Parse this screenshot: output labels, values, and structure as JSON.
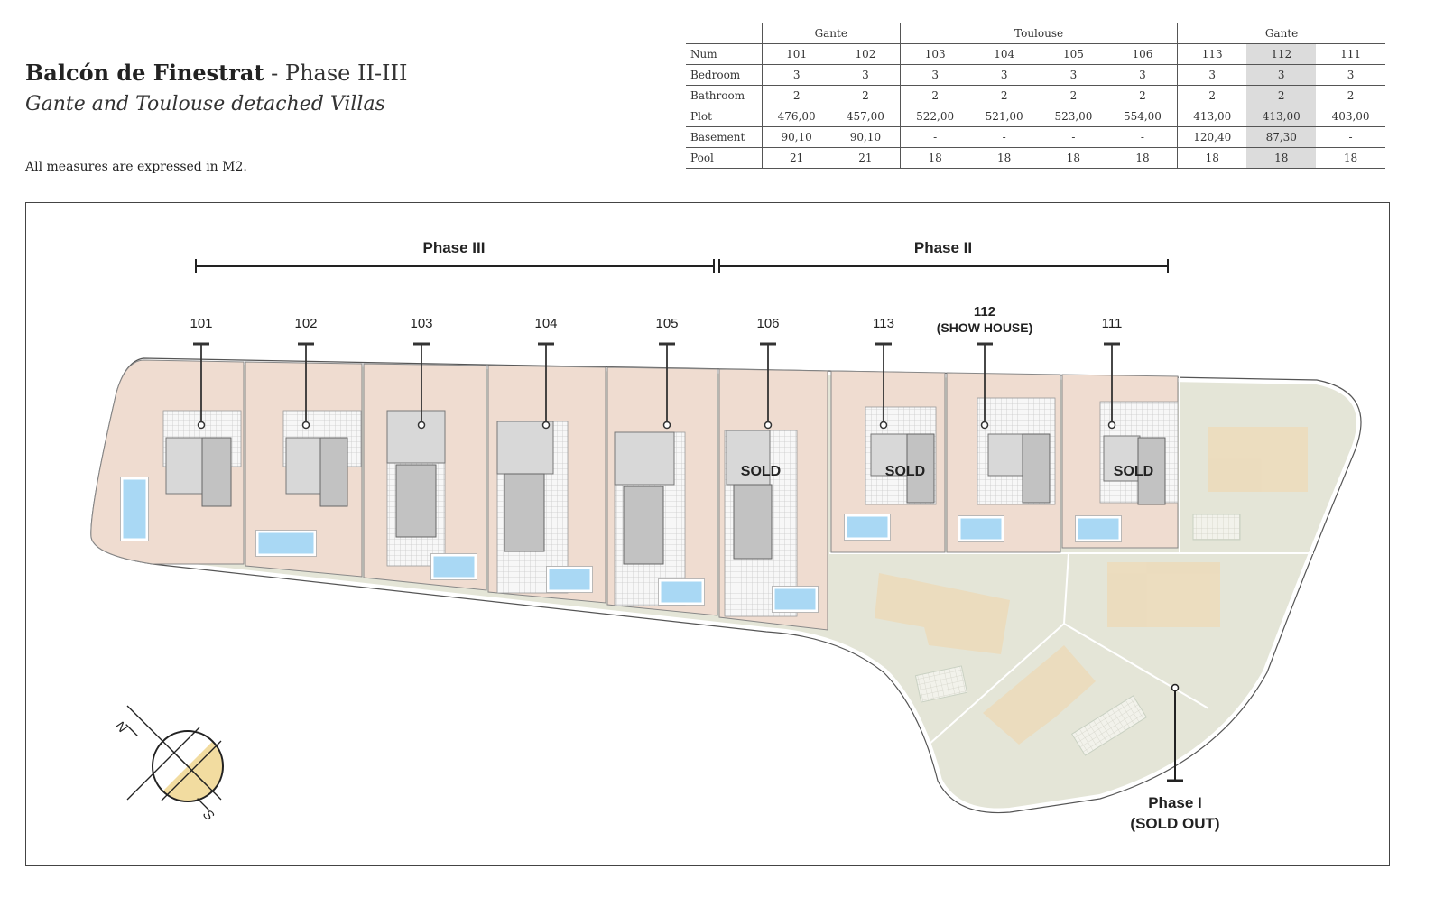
{
  "title": {
    "project": "Balcón de Finestrat",
    "phase": " - Phase II-III",
    "subtitle": "Gante and Toulouse detached Villas"
  },
  "note": "All measures are expressed in M2.",
  "table": {
    "groups": [
      "Gante",
      "Toulouse",
      "Gante"
    ],
    "rows": [
      {
        "label": "Num",
        "values": [
          "101",
          "102",
          "103",
          "104",
          "105",
          "106",
          "113",
          "112",
          "111"
        ]
      },
      {
        "label": "Bedroom",
        "values": [
          "3",
          "3",
          "3",
          "3",
          "3",
          "3",
          "3",
          "3",
          "3"
        ]
      },
      {
        "label": "Bathroom",
        "values": [
          "2",
          "2",
          "2",
          "2",
          "2",
          "2",
          "2",
          "2",
          "2"
        ]
      },
      {
        "label": "Plot",
        "values": [
          "476,00",
          "457,00",
          "522,00",
          "521,00",
          "523,00",
          "554,00",
          "413,00",
          "413,00",
          "403,00"
        ]
      },
      {
        "label": "Basement",
        "values": [
          "90,10",
          "90,10",
          "-",
          "-",
          "-",
          "-",
          "120,40",
          "87,30",
          "-"
        ]
      },
      {
        "label": "Pool",
        "values": [
          "21",
          "21",
          "18",
          "18",
          "18",
          "18",
          "18",
          "18",
          "18"
        ]
      }
    ]
  },
  "plan": {
    "phase_iii": "Phase III",
    "phase_ii": "Phase II",
    "phase_i": "Phase I",
    "phase_i_status": "(SOLD OUT)",
    "sold": "SOLD",
    "show_house": "(SHOW HOUSE)",
    "compass_n": "N",
    "compass_s": "S",
    "lots": [
      "101",
      "102",
      "103",
      "104",
      "105",
      "106",
      "113",
      "112",
      "111"
    ],
    "sold_lots": [
      "106",
      "113",
      "111"
    ],
    "colors": {
      "plot": "#efdcd0",
      "phase_i_area": "#e4e5d7",
      "house_roof": "#d8d8d8",
      "house_wing": "#c2c2c2",
      "pool": "#a9d8f4",
      "phase_i_house": "#ecdcbc",
      "compass_fill": "#f2dca0",
      "line": "#333333"
    }
  }
}
